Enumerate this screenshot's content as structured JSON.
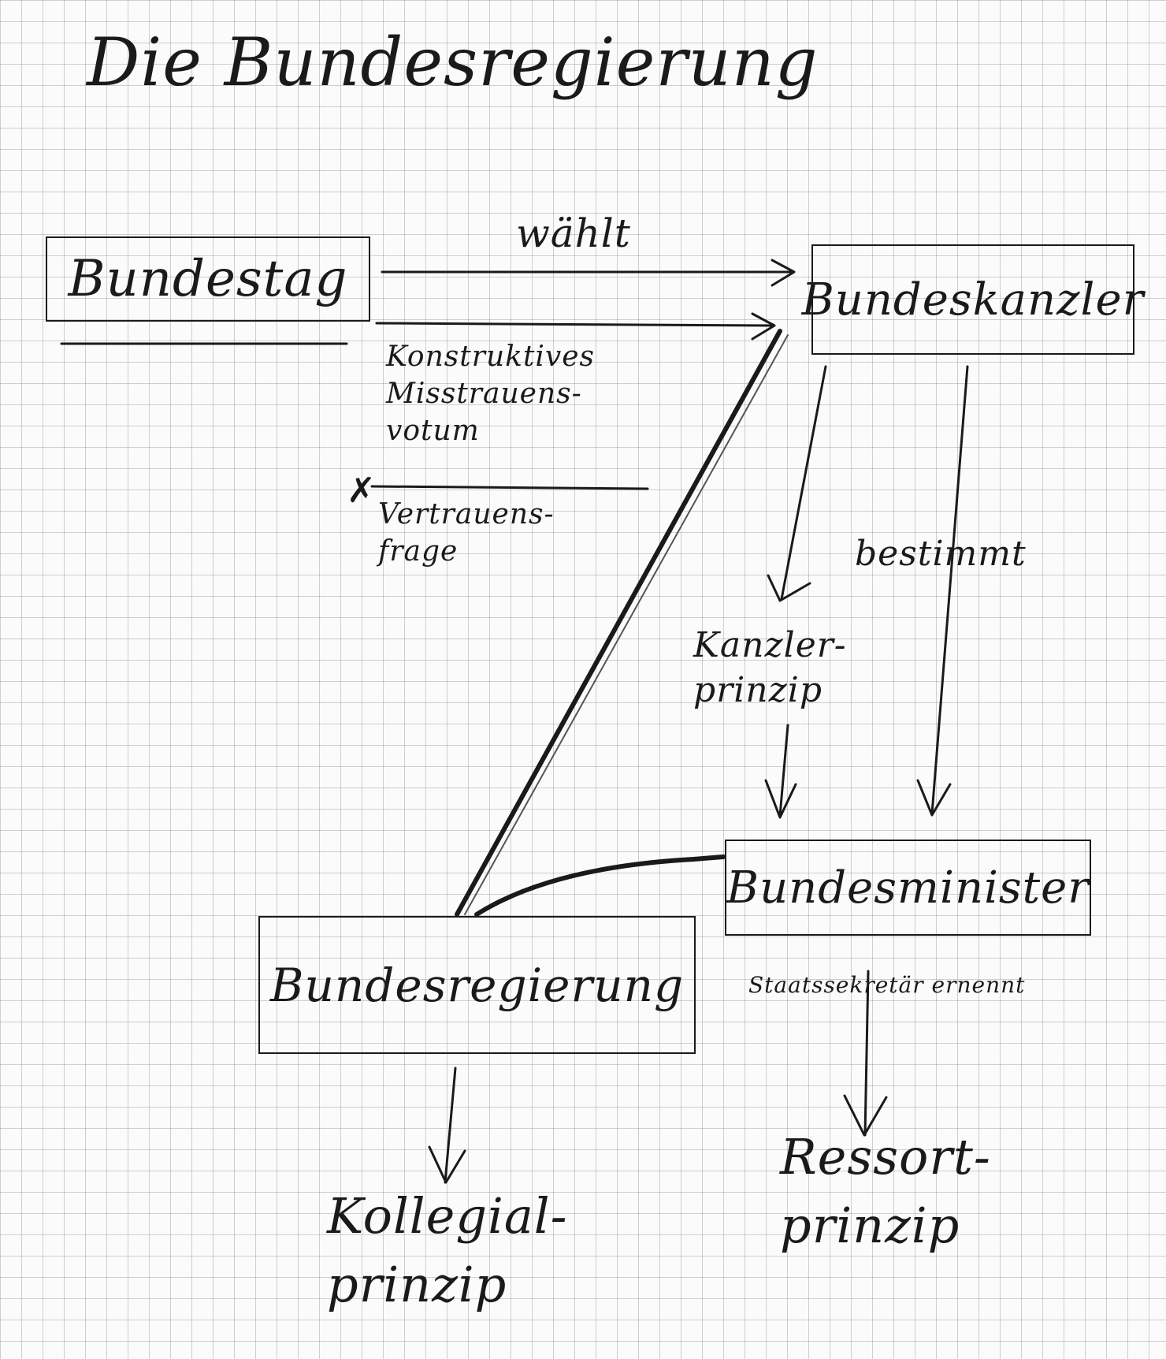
{
  "title": "Die Bundesregierung",
  "nodes": {
    "bundestag": "Bundestag",
    "bundeskanzler": "Bundeskanzler",
    "bundesminister": "Bundesminister",
    "bundesregierung": "Bundesregierung",
    "kollegialprinzip": "Kollegial-\nprinzip",
    "ressortprinzip": "Ressort-\nprinzip"
  },
  "edges": {
    "waehlt": "wählt",
    "misstrauensvotum": "Konstruktives\nMisstrauens-\nvotum",
    "vertrauensfrage": "Vertrauens-\nfrage",
    "bestimmt": "bestimmt",
    "kanzlerprinzip": "Kanzler-\nprinzip",
    "staatssekretaer": "Staatssekretär ernennt"
  },
  "colors": {
    "ink": "#1a1a1a",
    "paper": "#fbfbfb",
    "grid": "#969696"
  }
}
